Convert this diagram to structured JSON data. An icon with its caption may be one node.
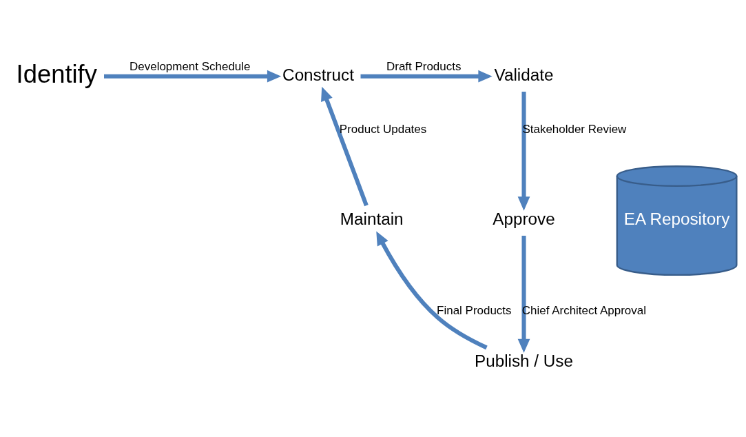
{
  "diagram": {
    "nodes": [
      {
        "text": [
          "Identify"
        ]
      },
      {
        "text": [
          "Construct"
        ]
      },
      {
        "text": [
          "Validate"
        ]
      },
      {
        "text": [
          "Approve"
        ]
      },
      {
        "text": [
          "Publish / Use"
        ]
      },
      {
        "text": [
          "Maintain"
        ]
      },
      {
        "text": [
          "EA Repository"
        ]
      }
    ],
    "edges": [
      {
        "from": 0,
        "to": 1,
        "arrow": "to",
        "label": "Development Schedule"
      },
      {
        "from": 1,
        "to": 2,
        "arrow": "to",
        "label": "Draft Products"
      },
      {
        "from": 2,
        "to": 3,
        "arrow": "to",
        "label": "Stakeholder Review"
      },
      {
        "from": 3,
        "to": 4,
        "arrow": "to",
        "label": "Chief Architect Approval"
      },
      {
        "from": 4,
        "to": 5,
        "arrow": "to",
        "label": "Final Products"
      },
      {
        "from": 5,
        "to": 1,
        "arrow": "to",
        "label": "Product Updates"
      }
    ]
  }
}
